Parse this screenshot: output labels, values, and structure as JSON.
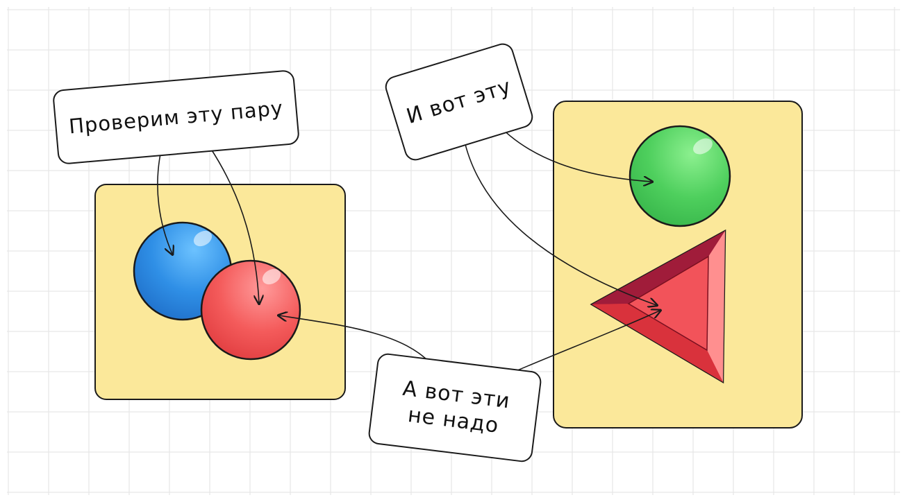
{
  "notes": {
    "check_pair": "Проверим эту пару",
    "and_this": "И вот эту",
    "not_these": "А вот эти\nне надо"
  },
  "colors": {
    "panel_fill": "#fbe89a",
    "blue_ball": "#2f8fe6",
    "red_ball": "#f45b5b",
    "green_ball": "#4ecf5d",
    "triangle": "#e8383f",
    "grid": "#e6e6e6",
    "ink": "#1a1a1a"
  }
}
